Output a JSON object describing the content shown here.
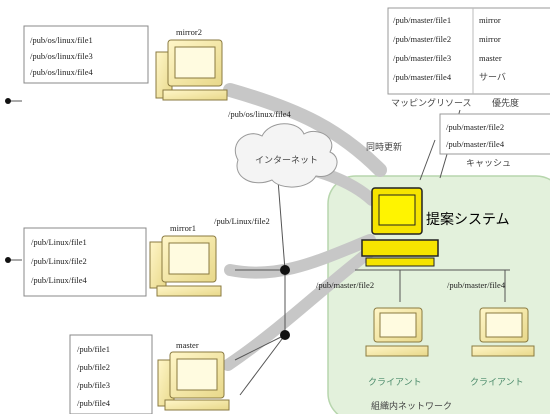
{
  "top_left_files": [
    "/pub/os/linux/file1",
    "/pub/os/linux/file3",
    "/pub/os/linux/file4"
  ],
  "mid_left_files": [
    "/pub/Linux/file1",
    "/pub/Linux/file2",
    "/pub/Linux/file4"
  ],
  "bottom_left_files": [
    "/pub/file1",
    "/pub/file2",
    "/pub/file3",
    "/pub/file4"
  ],
  "mapping_table": {
    "paths": [
      "/pub/master/file1",
      "/pub/master/file2",
      "/pub/master/file3",
      "/pub/master/file4"
    ],
    "servers": [
      "mirror",
      "mirror",
      "master",
      "サーバ"
    ],
    "caption": "マッピングリソース",
    "priority_caption": "優先度"
  },
  "cache_table": {
    "entries": [
      "/pub/master/file2",
      "/pub/master/file4"
    ],
    "caption": "キャッシュ"
  },
  "hosts": {
    "mirror2": "mirror2",
    "mirror1": "mirror1",
    "master": "master"
  },
  "links": {
    "path_mirror2": "/pub/os/linux/file4",
    "path_mirror1": "/pub/Linux/file2",
    "path_client1": "/pub/master/file2",
    "path_client2": "/pub/master/file4",
    "sync": "同時更新"
  },
  "internet_label": "インターネット",
  "proposed_system": "提案システム",
  "clients": [
    "クライアント",
    "クライアント"
  ],
  "lan_label": "組織内ネットワーク"
}
